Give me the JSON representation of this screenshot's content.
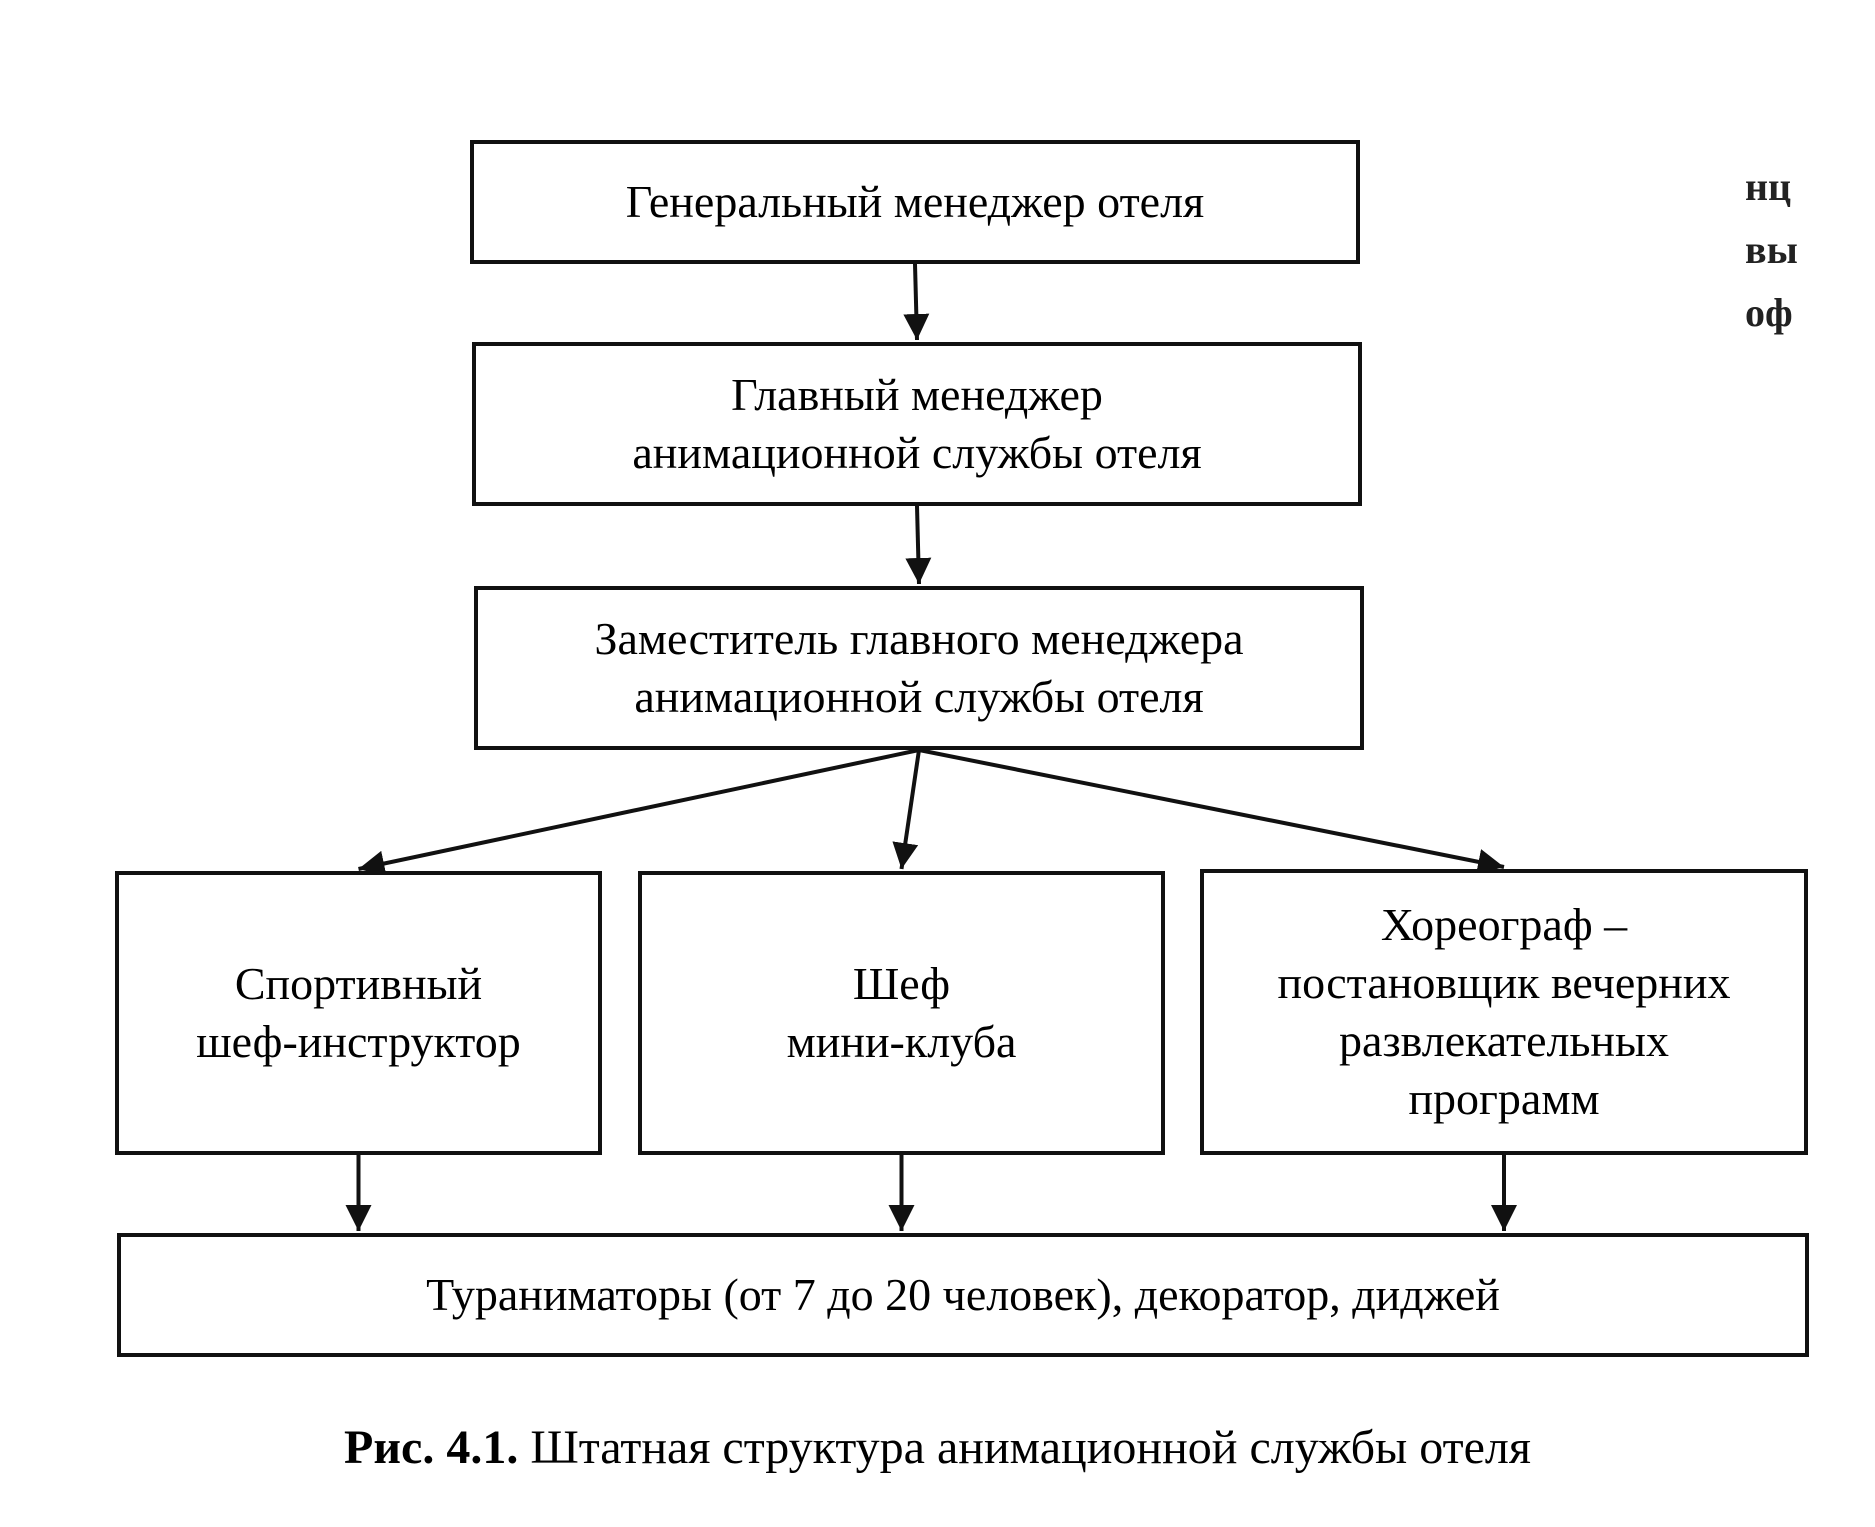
{
  "boxes": {
    "general_manager": {
      "lines": [
        "Генеральный менеджер отеля"
      ]
    },
    "chief_manager": {
      "lines": [
        "Главный менеджер",
        "анимационной службы отеля"
      ]
    },
    "deputy_manager": {
      "lines": [
        "Заместитель главного менеджера",
        "анимационной службы отеля"
      ]
    },
    "sports_chief": {
      "lines": [
        "Спортивный",
        "шеф-инструктор"
      ]
    },
    "miniclub_chief": {
      "lines": [
        "Шеф",
        "мини-клуба"
      ]
    },
    "choreographer": {
      "lines": [
        "Хореограф –",
        "постановщик вечерних",
        "развлекательных",
        "программ"
      ]
    },
    "animators": {
      "lines": [
        "Туранимато­ры (от 7 до 20 человек), декоратор, диджей"
      ]
    }
  },
  "edges": [
    {
      "from": "general_manager",
      "to": "chief_manager"
    },
    {
      "from": "chief_manager",
      "to": "deputy_manager"
    },
    {
      "from": "deputy_manager",
      "to": "sports_chief"
    },
    {
      "from": "deputy_manager",
      "to": "miniclub_chief"
    },
    {
      "from": "deputy_manager",
      "to": "choreographer"
    },
    {
      "from": "sports_chief",
      "to": "animators"
    },
    {
      "from": "miniclub_chief",
      "to": "animators"
    },
    {
      "from": "choreographer",
      "to": "animators"
    }
  ],
  "caption": {
    "number": "Рис. 4.1.",
    "text": "Штатная структура анимационной службы отеля"
  },
  "margin_fragments": [
    "нц",
    "вы",
    "оф"
  ],
  "colors": {
    "stroke": "#111111",
    "background": "#ffffff"
  }
}
